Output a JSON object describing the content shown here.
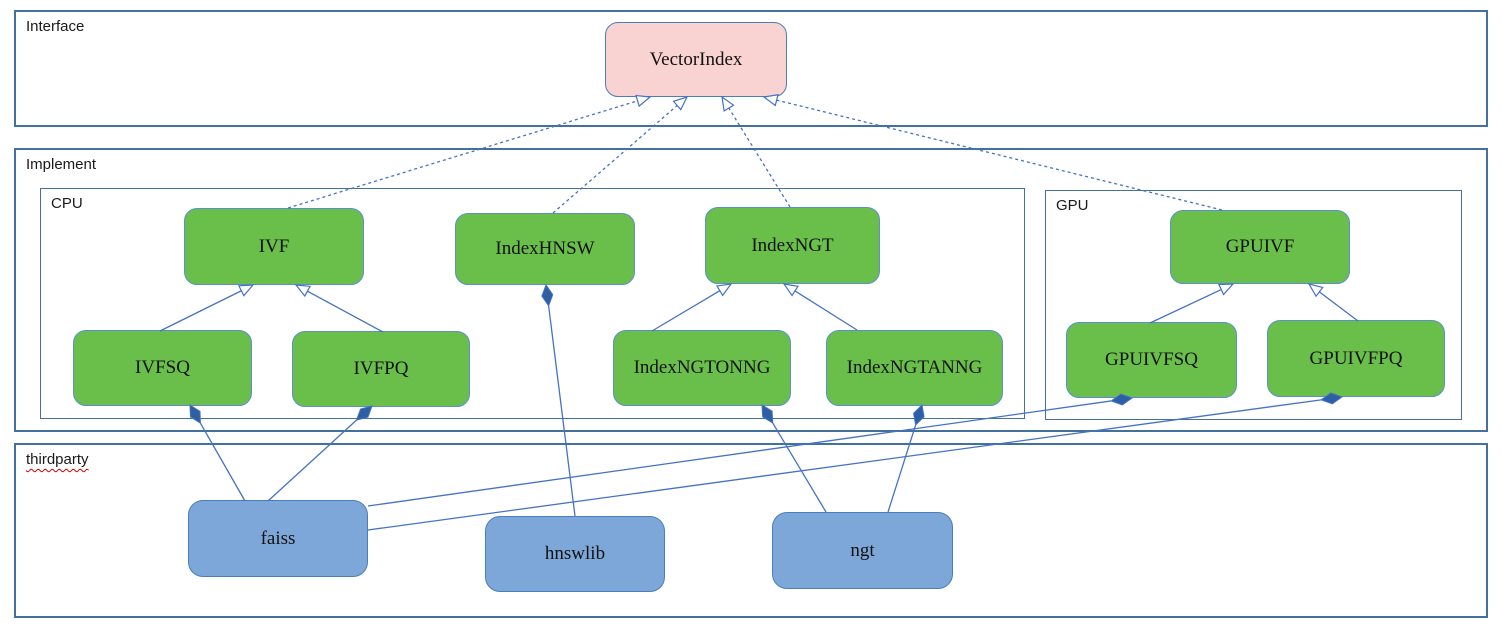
{
  "sections": {
    "interface": {
      "label": "Interface"
    },
    "implement": {
      "label": "Implement"
    },
    "cpu": {
      "label": "CPU"
    },
    "gpu": {
      "label": "GPU"
    },
    "thirdparty": {
      "label": "thirdparty"
    }
  },
  "nodes": {
    "vectorindex": {
      "label": "VectorIndex",
      "kind": "interface"
    },
    "ivf": {
      "label": "IVF",
      "kind": "implementation-cpu"
    },
    "indexhnsw": {
      "label": "IndexHNSW",
      "kind": "implementation-cpu"
    },
    "indexngt": {
      "label": "IndexNGT",
      "kind": "implementation-cpu"
    },
    "ivfsq": {
      "label": "IVFSQ",
      "kind": "implementation-cpu"
    },
    "ivfpq": {
      "label": "IVFPQ",
      "kind": "implementation-cpu"
    },
    "indexngtonng": {
      "label": "IndexNGTONNG",
      "kind": "implementation-cpu"
    },
    "indexngtanng": {
      "label": "IndexNGTANNG",
      "kind": "implementation-cpu"
    },
    "gpuivf": {
      "label": "GPUIVF",
      "kind": "implementation-gpu"
    },
    "gpuivfsq": {
      "label": "GPUIVFSQ",
      "kind": "implementation-gpu"
    },
    "gpuivfpq": {
      "label": "GPUIVFPQ",
      "kind": "implementation-gpu"
    },
    "faiss": {
      "label": "faiss",
      "kind": "thirdparty-lib"
    },
    "hnswlib": {
      "label": "hnswlib",
      "kind": "thirdparty-lib"
    },
    "ngt": {
      "label": "ngt",
      "kind": "thirdparty-lib"
    }
  },
  "edges": [
    {
      "from": "ivf",
      "to": "vectorindex",
      "type": "realization"
    },
    {
      "from": "indexhnsw",
      "to": "vectorindex",
      "type": "realization"
    },
    {
      "from": "indexngt",
      "to": "vectorindex",
      "type": "realization"
    },
    {
      "from": "gpuivf",
      "to": "vectorindex",
      "type": "realization"
    },
    {
      "from": "ivfsq",
      "to": "ivf",
      "type": "generalization"
    },
    {
      "from": "ivfpq",
      "to": "ivf",
      "type": "generalization"
    },
    {
      "from": "indexngtonng",
      "to": "indexngt",
      "type": "generalization"
    },
    {
      "from": "indexngtanng",
      "to": "indexngt",
      "type": "generalization"
    },
    {
      "from": "gpuivfsq",
      "to": "gpuivf",
      "type": "generalization"
    },
    {
      "from": "gpuivfpq",
      "to": "gpuivf",
      "type": "generalization"
    },
    {
      "from": "ivfsq",
      "to": "faiss",
      "type": "composition"
    },
    {
      "from": "ivfpq",
      "to": "faiss",
      "type": "composition"
    },
    {
      "from": "indexhnsw",
      "to": "hnswlib",
      "type": "composition"
    },
    {
      "from": "indexngtonng",
      "to": "ngt",
      "type": "composition"
    },
    {
      "from": "indexngtanng",
      "to": "ngt",
      "type": "composition"
    },
    {
      "from": "gpuivfsq",
      "to": "faiss",
      "type": "composition"
    },
    {
      "from": "gpuivfpq",
      "to": "faiss",
      "type": "composition"
    }
  ],
  "colors": {
    "interface_fill": "#f9d3d1",
    "implementation_fill": "#6abf4b",
    "thirdparty_fill": "#7da7d9",
    "connector": "#4472c4",
    "diamond_fill": "#2e5fa3",
    "section_border": "#41719c"
  }
}
